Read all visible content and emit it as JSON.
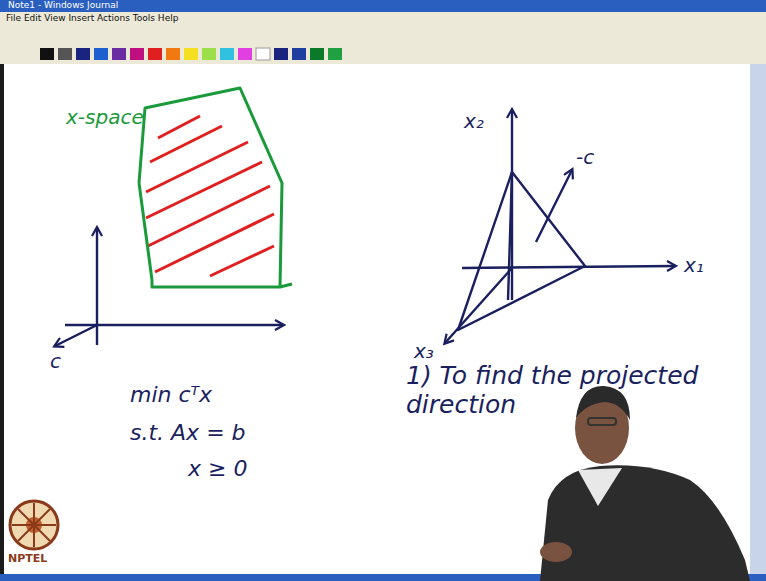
{
  "diagram": {
    "labels": [
      "Note1 - Windows Journal",
      "File Edit View Insert Actions Tools Help",
      "x-space",
      "c",
      "min cᵀx",
      "s.t. Ax = b",
      "x ≥ 0",
      "x₂",
      "-c",
      "x₁",
      "x₃",
      "1) To find the projected direction",
      "NPTEL"
    ]
  }
}
